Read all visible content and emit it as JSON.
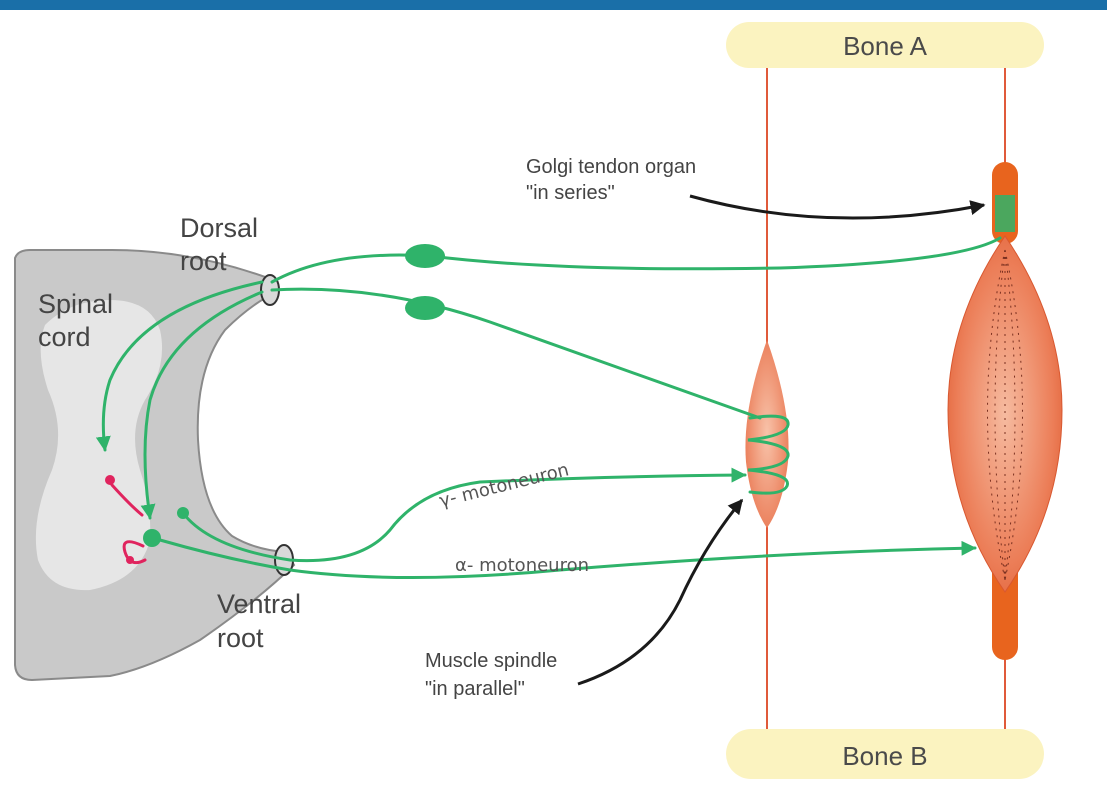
{
  "labels": {
    "bone_a": "Bone A",
    "bone_b": "Bone B",
    "golgi_line1": "Golgi tendon organ",
    "golgi_line2": "\"in series\"",
    "dorsal_line1": "Dorsal",
    "dorsal_line2": "root",
    "spinal_line1": "Spinal",
    "spinal_line2": "cord",
    "ventral_line1": "Ventral",
    "ventral_line2": "root",
    "gamma": "γ- motoneuron",
    "alpha": "α- motoneuron",
    "spindle_line1": "Muscle spindle",
    "spindle_line2": "\"in parallel\""
  },
  "colors": {
    "header_bar": "#1a6fa8",
    "nerve": "#2fb36a",
    "interneuron": "#e0245e",
    "muscle": "#e8704a",
    "tendon": "#e8641e",
    "bone": "#fbf3c0",
    "cord": "#c9c9c9"
  },
  "icons": {
    "arrow": "arrowhead"
  }
}
